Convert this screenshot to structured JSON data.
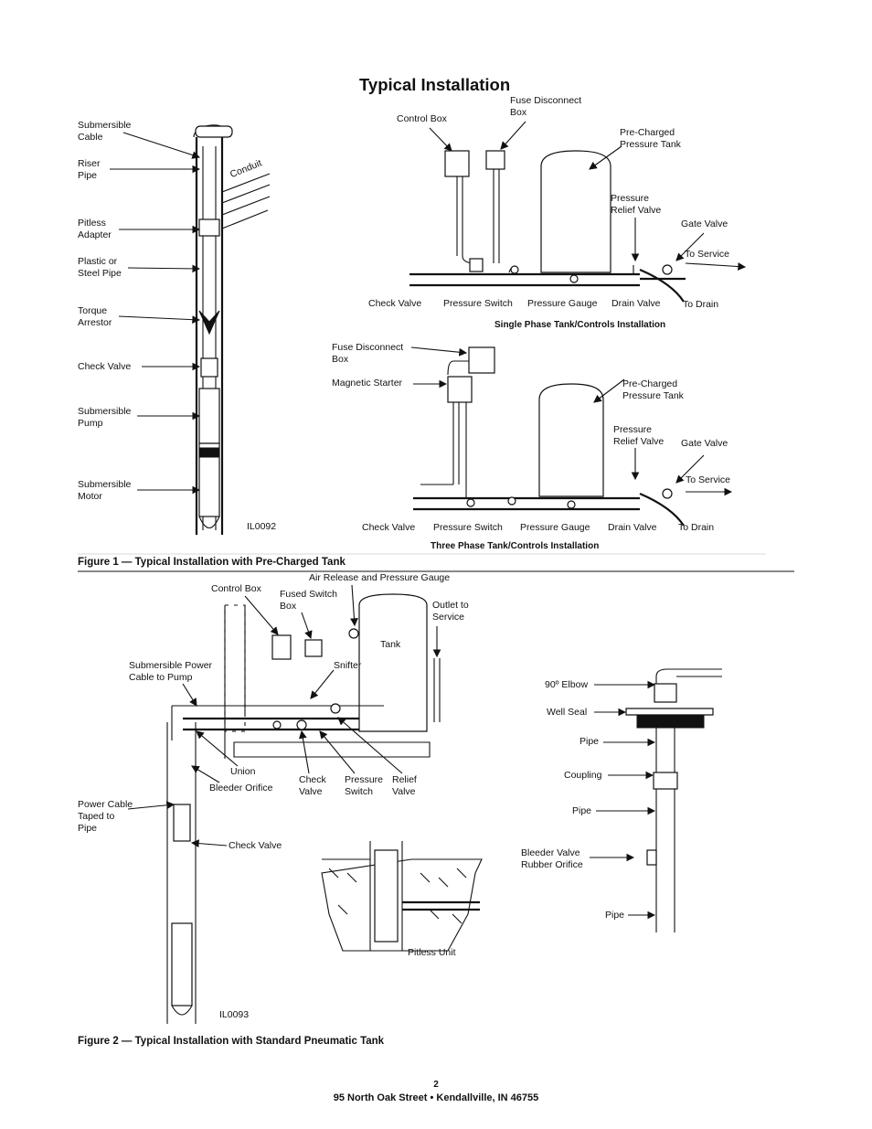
{
  "page_title": "Typical Installation",
  "fig1": {
    "caption": "Figure 1 — Typical Installation with Pre-Charged Tank",
    "code": "IL0092",
    "well_labels": {
      "submersible_cable": "Submersible\nCable",
      "riser_pipe": "Riser\nPipe",
      "conduit": "Conduit",
      "pitless_adapter": "Pitless\nAdapter",
      "plastic_steel_pipe": "Plastic or\nSteel Pipe",
      "torque_arrestor": "Torque\nArrestor",
      "check_valve": "Check Valve",
      "submersible_pump": "Submersible\nPump",
      "submersible_motor": "Submersible\nMotor"
    },
    "single_phase": {
      "subtitle": "Single Phase Tank/Controls Installation",
      "control_box": "Control Box",
      "fuse_disconnect_box": "Fuse Disconnect\nBox",
      "pre_charged_tank": "Pre-Charged\nPressure Tank",
      "pressure_relief_valve": "Pressure\nRelief Valve",
      "gate_valve": "Gate Valve",
      "to_service": "To Service",
      "check_valve": "Check Valve",
      "pressure_switch": "Pressure Switch",
      "pressure_gauge": "Pressure Gauge",
      "drain_valve": "Drain Valve",
      "to_drain": "To Drain"
    },
    "three_phase": {
      "subtitle": "Three Phase Tank/Controls Installation",
      "fuse_disconnect_box": "Fuse Disconnect\nBox",
      "magnetic_starter": "Magnetic Starter",
      "pre_charged_tank": "Pre-Charged\nPressure Tank",
      "pressure_relief_valve": "Pressure\nRelief Valve",
      "gate_valve": "Gate Valve",
      "to_service": "To Service",
      "check_valve": "Check Valve",
      "pressure_switch": "Pressure Switch",
      "pressure_gauge": "Pressure Gauge",
      "drain_valve": "Drain Valve",
      "to_drain": "To Drain"
    }
  },
  "fig2": {
    "caption": "Figure 2 — Typical Installation with Standard Pneumatic Tank",
    "code": "IL0093",
    "labels": {
      "air_release": "Air Release and Pressure Gauge",
      "control_box": "Control Box",
      "fused_switch_box": "Fused Switch\nBox",
      "outlet_to_service": "Outlet to\nService",
      "tank": "Tank",
      "snifter": "Snifter",
      "submersible_power_cable": "Submersible Power\nCable to Pump",
      "union": "Union",
      "bleeder_orifice": "Bleeder Orifice",
      "check_valve_top": "Check\nValve",
      "pressure_switch": "Pressure\nSwitch",
      "relief_valve": "Relief\nValve",
      "power_cable_taped": "Power Cable\nTaped to\nPipe",
      "check_valve": "Check Valve",
      "pitless_unit": "Pitless Unit",
      "elbow": "90º Elbow",
      "well_seal": "Well Seal",
      "pipe1": "Pipe",
      "coupling": "Coupling",
      "pipe2": "Pipe",
      "bleeder_valve": "Bleeder Valve\nRubber Orifice",
      "pipe3": "Pipe"
    }
  },
  "footer": {
    "page_number": "2",
    "address": "95 North Oak Street • Kendallville, IN  46755"
  }
}
